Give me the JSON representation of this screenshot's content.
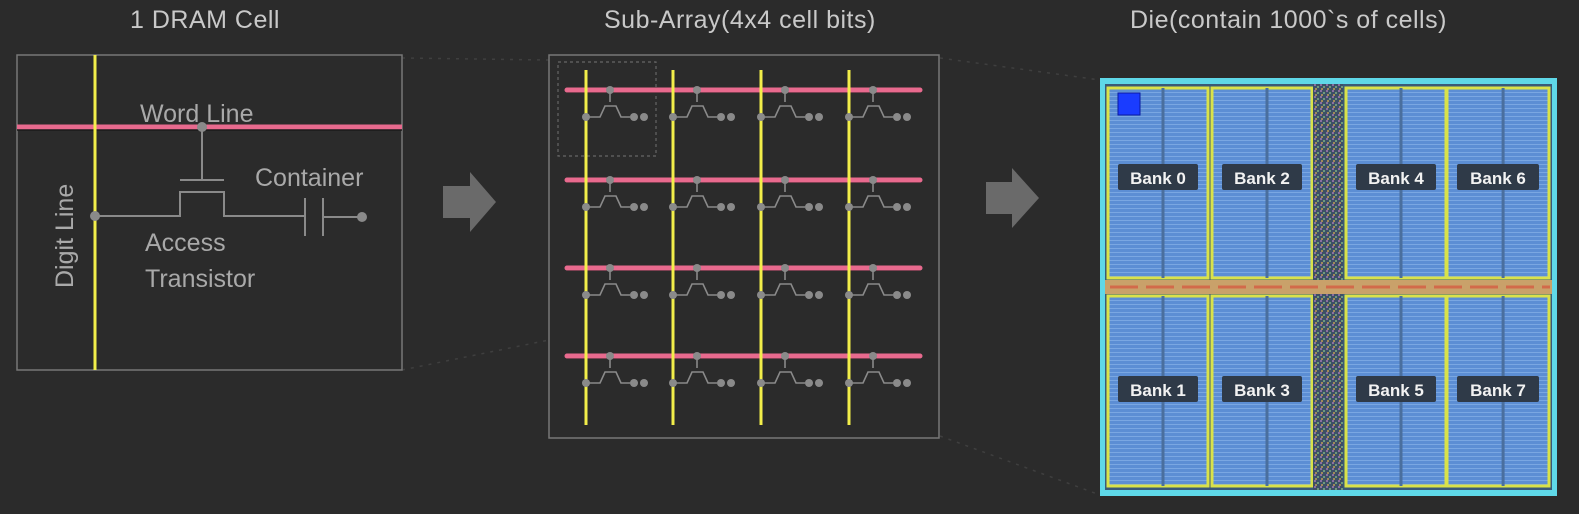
{
  "titles": {
    "cell": "1 DRAM Cell",
    "subarray": "Sub-Array(4x4 cell bits)",
    "die": "Die(contain 1000`s of cells)"
  },
  "cell": {
    "word_line": "Word Line",
    "digit_line": "Digit Line",
    "container": "Container",
    "access": "Access",
    "transistor": "Transistor"
  },
  "die": {
    "banks": [
      "Bank 0",
      "Bank 1",
      "Bank 2",
      "Bank 3",
      "Bank 4",
      "Bank 5",
      "Bank 6",
      "Bank 7"
    ]
  },
  "colors": {
    "background": "#2b2b2b",
    "word_line": "#e86a8e",
    "digit_line": "#f2ee4a",
    "bank_fill": "#5b8fd6",
    "bank_border": "#d9e24a"
  }
}
